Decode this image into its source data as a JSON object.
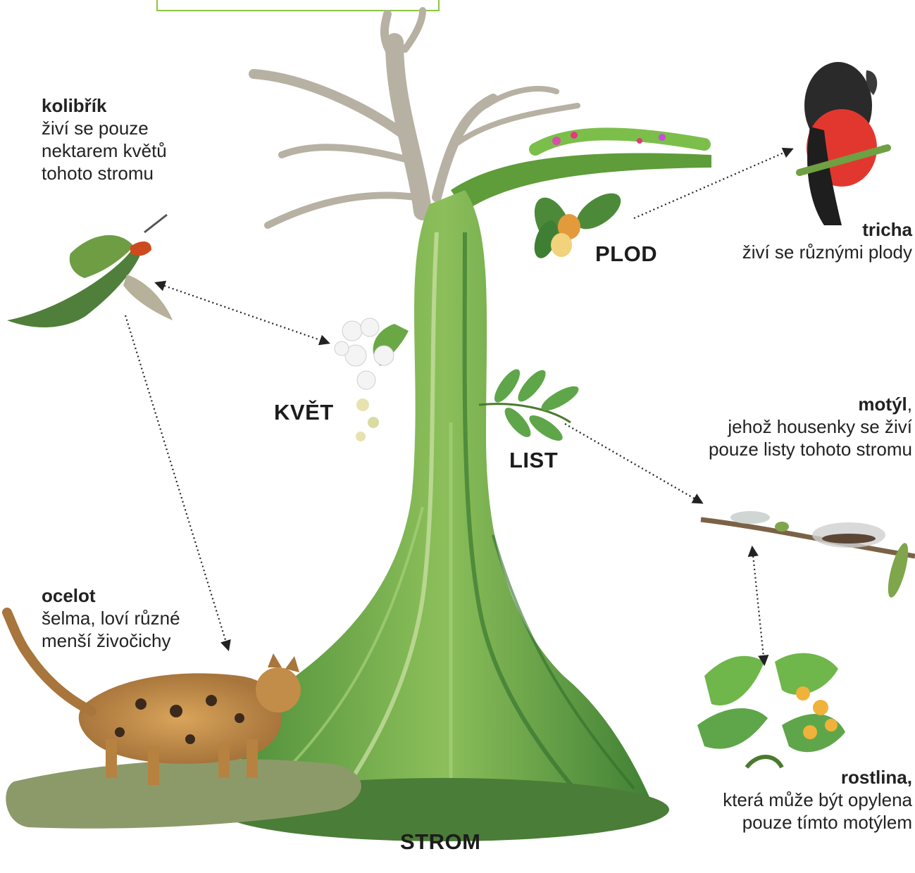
{
  "labels": {
    "kvet": "KVĚT",
    "plod": "PLOD",
    "list": "LIST",
    "strom": "STROM"
  },
  "animals": {
    "kolibrik": {
      "name": "kolibřík",
      "lines": [
        "živí se pouze",
        "nektarem květů",
        "tohoto stromu"
      ]
    },
    "tricha": {
      "name": "tricha",
      "lines": [
        "živí se různými plody"
      ]
    },
    "motyl": {
      "name": "motýl",
      "suffix": ",",
      "lines": [
        "jehož housenky se živí",
        "pouze listy tohoto stromu"
      ]
    },
    "ocelot": {
      "name": "ocelot",
      "lines": [
        "šelma, loví různé",
        "menší živočichy"
      ]
    },
    "rostlina": {
      "name": "rostlina,",
      "lines": [
        "která může být opylena",
        "pouze tímto motýlem"
      ]
    }
  },
  "colors": {
    "trunk": "#6fae45",
    "trunk_dark": "#3f7f34",
    "branch": "#b9b3a6",
    "frame": "#8cc63f",
    "arrow": "#222222"
  }
}
